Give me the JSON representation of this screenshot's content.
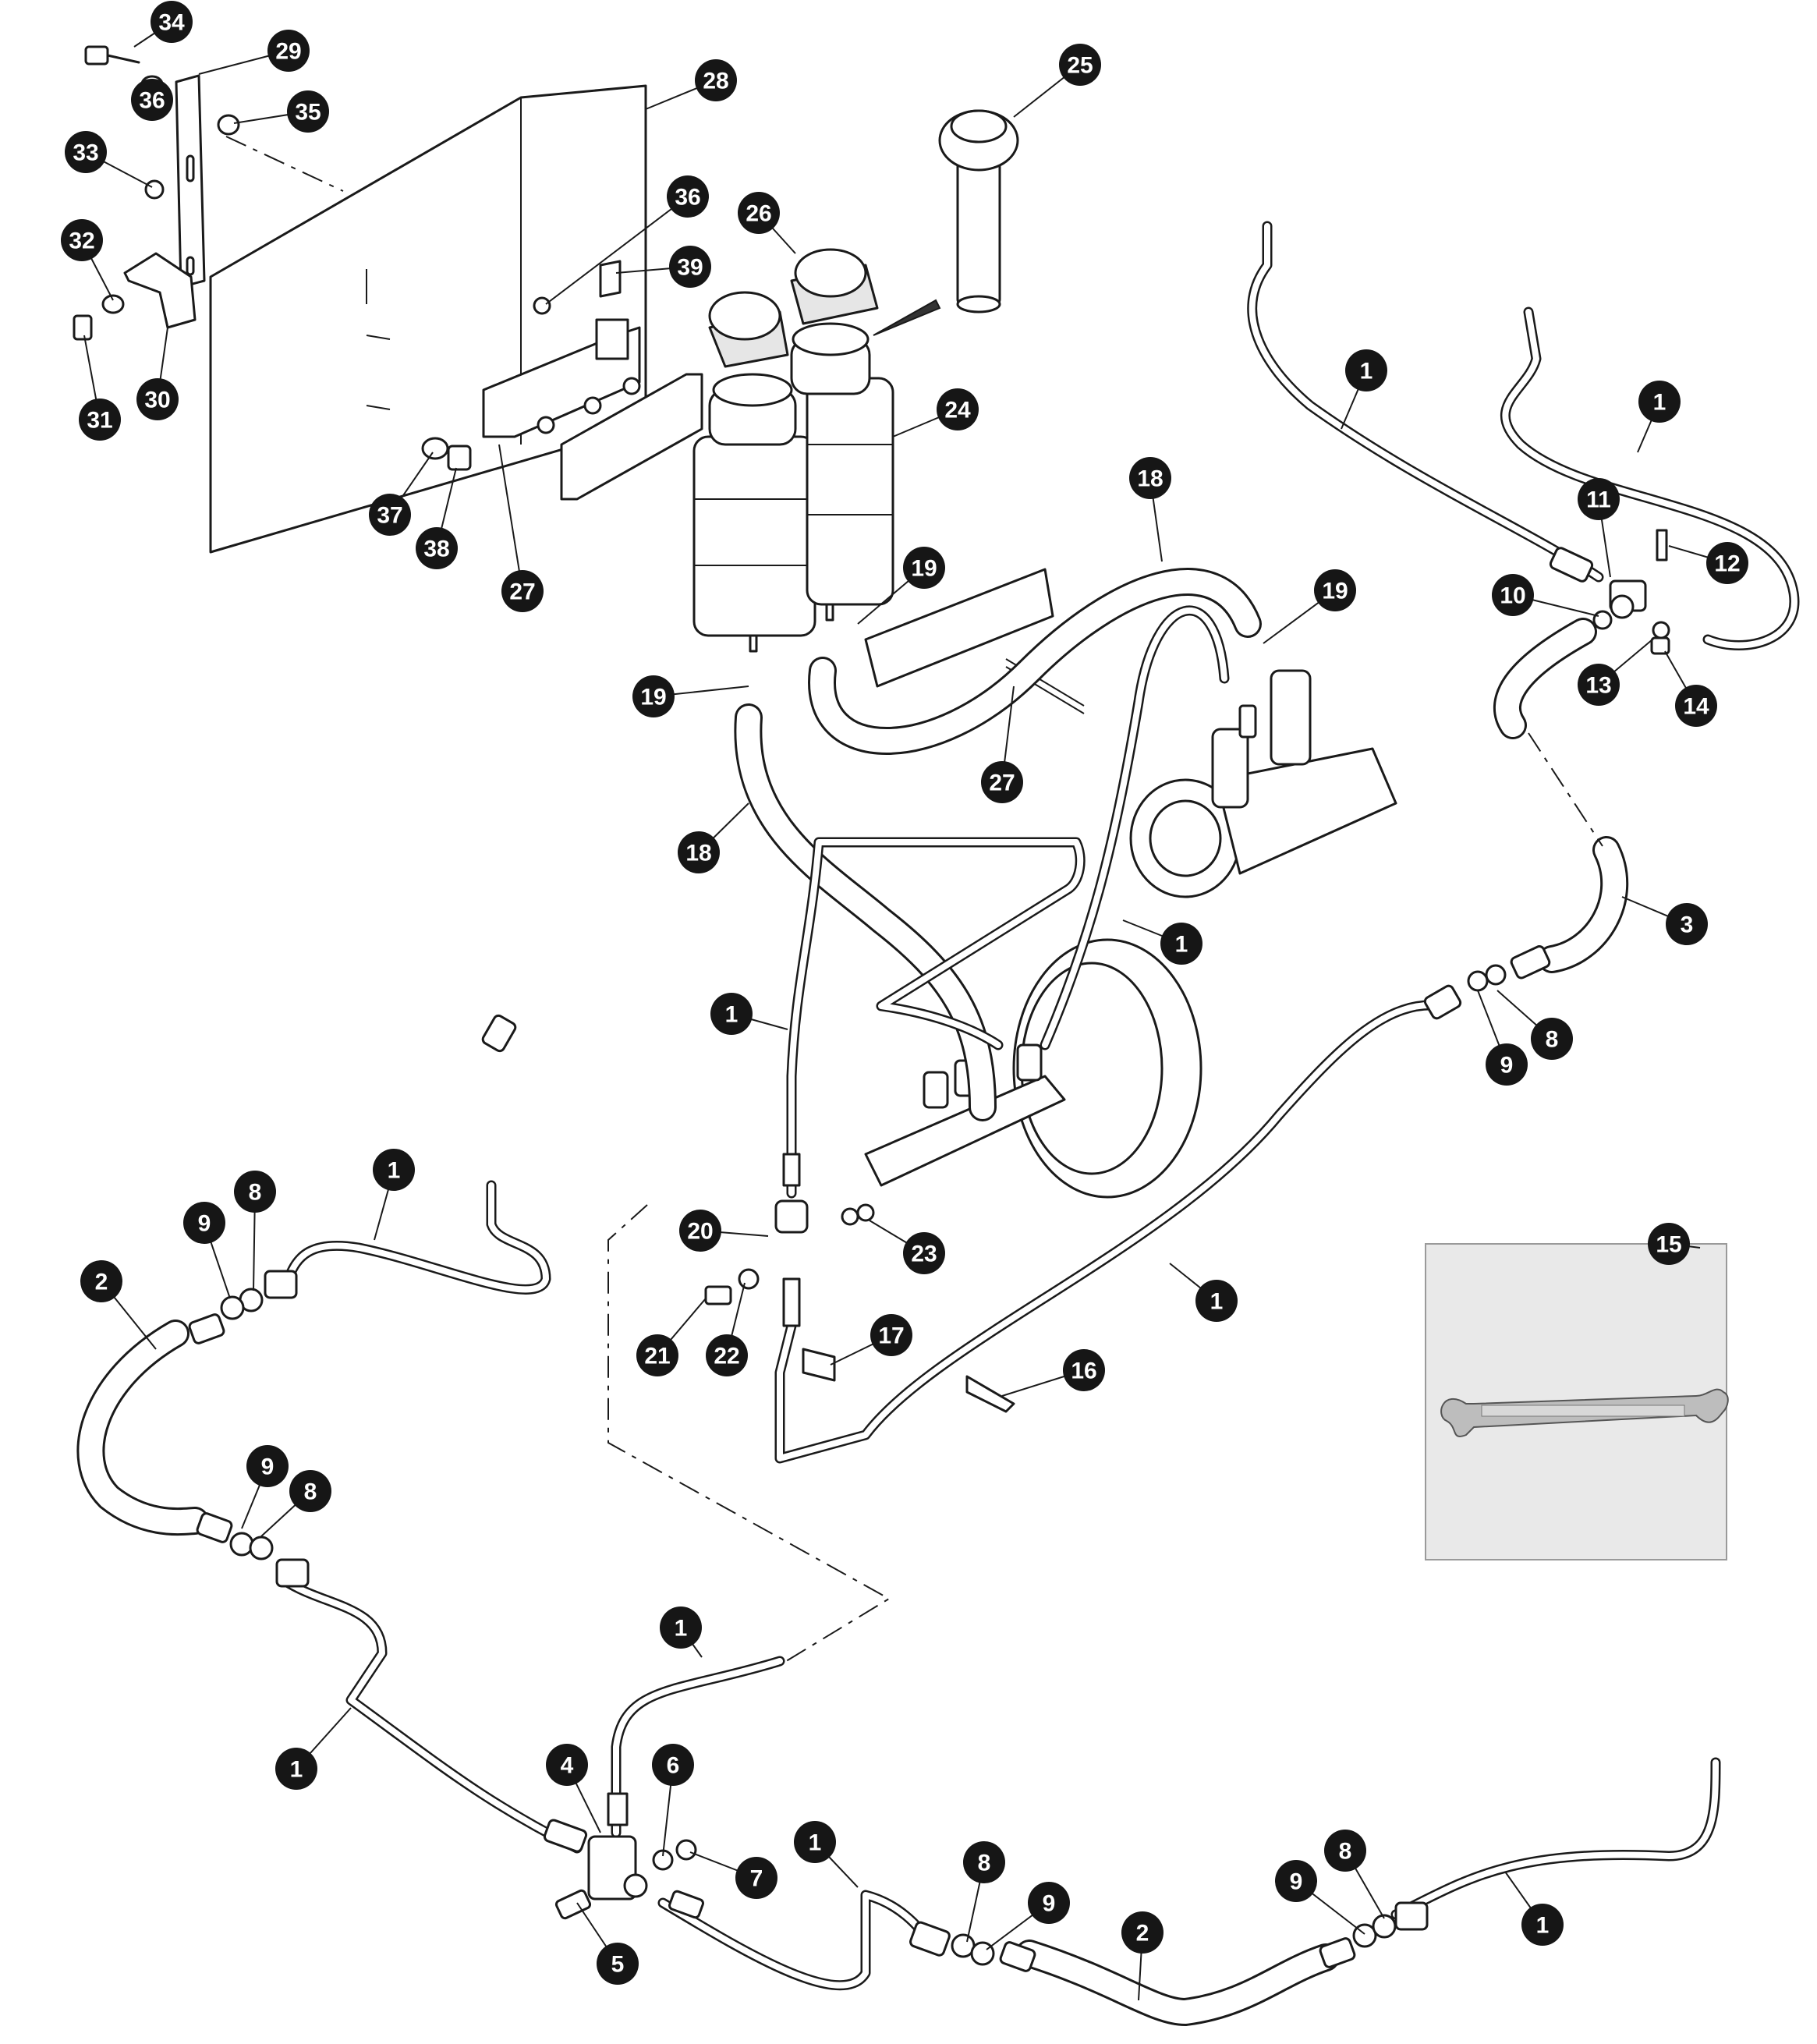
{
  "diagram": {
    "callouts": [
      {
        "label": "34"
      },
      {
        "label": "29"
      },
      {
        "label": "36"
      },
      {
        "label": "35"
      },
      {
        "label": "28"
      },
      {
        "label": "33"
      },
      {
        "label": "32"
      },
      {
        "label": "31"
      },
      {
        "label": "30"
      },
      {
        "label": "25"
      },
      {
        "label": "26"
      },
      {
        "label": "36"
      },
      {
        "label": "39"
      },
      {
        "label": "24"
      },
      {
        "label": "37"
      },
      {
        "label": "38"
      },
      {
        "label": "27"
      },
      {
        "label": "19"
      },
      {
        "label": "19"
      },
      {
        "label": "27"
      },
      {
        "label": "18"
      },
      {
        "label": "18"
      },
      {
        "label": "19"
      },
      {
        "label": "1"
      },
      {
        "label": "1"
      },
      {
        "label": "11"
      },
      {
        "label": "12"
      },
      {
        "label": "10"
      },
      {
        "label": "13"
      },
      {
        "label": "14"
      },
      {
        "label": "3"
      },
      {
        "label": "8"
      },
      {
        "label": "9"
      },
      {
        "label": "1"
      },
      {
        "label": "1"
      },
      {
        "label": "20"
      },
      {
        "label": "23"
      },
      {
        "label": "21"
      },
      {
        "label": "22"
      },
      {
        "label": "17"
      },
      {
        "label": "16"
      },
      {
        "label": "1"
      },
      {
        "label": "15"
      },
      {
        "label": "1"
      },
      {
        "label": "9"
      },
      {
        "label": "8"
      },
      {
        "label": "2"
      },
      {
        "label": "9"
      },
      {
        "label": "8"
      },
      {
        "label": "1"
      },
      {
        "label": "1"
      },
      {
        "label": "4"
      },
      {
        "label": "6"
      },
      {
        "label": "7"
      },
      {
        "label": "5"
      },
      {
        "label": "1"
      },
      {
        "label": "8"
      },
      {
        "label": "9"
      },
      {
        "label": "2"
      },
      {
        "label": "9"
      },
      {
        "label": "8"
      },
      {
        "label": "1"
      }
    ]
  }
}
